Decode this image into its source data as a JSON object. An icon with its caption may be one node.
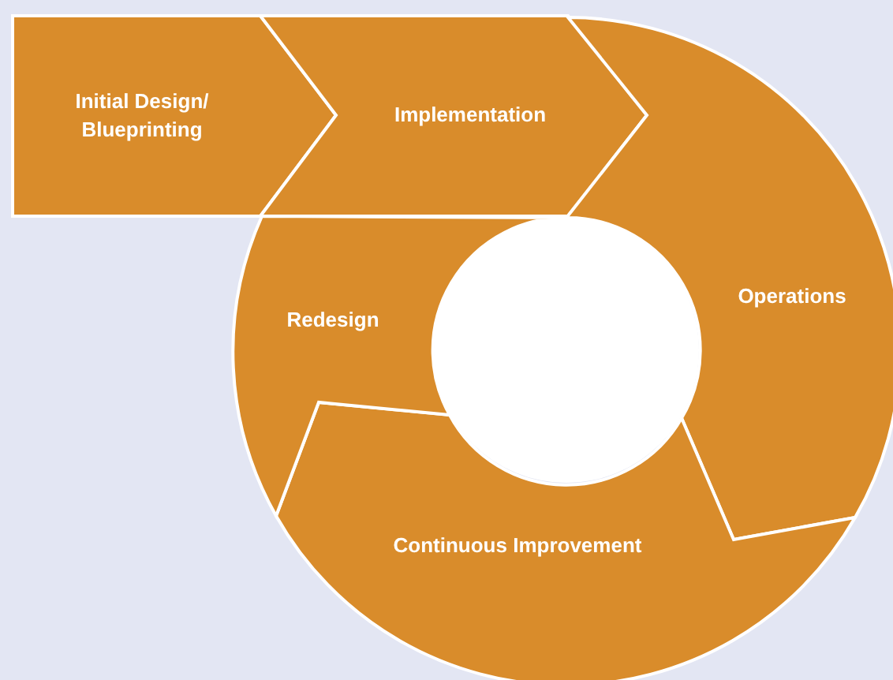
{
  "diagram": {
    "nodes": [
      {
        "text": [
          "Initial Design/ Blueprinting"
        ]
      },
      {
        "text": [
          "Implementation"
        ]
      },
      {
        "text": [
          "Operations"
        ]
      },
      {
        "text": [
          "Continuous Improvement"
        ]
      },
      {
        "text": [
          "Redesign"
        ]
      },
      {
        "text": [],
        "shape": "circle"
      }
    ]
  }
}
